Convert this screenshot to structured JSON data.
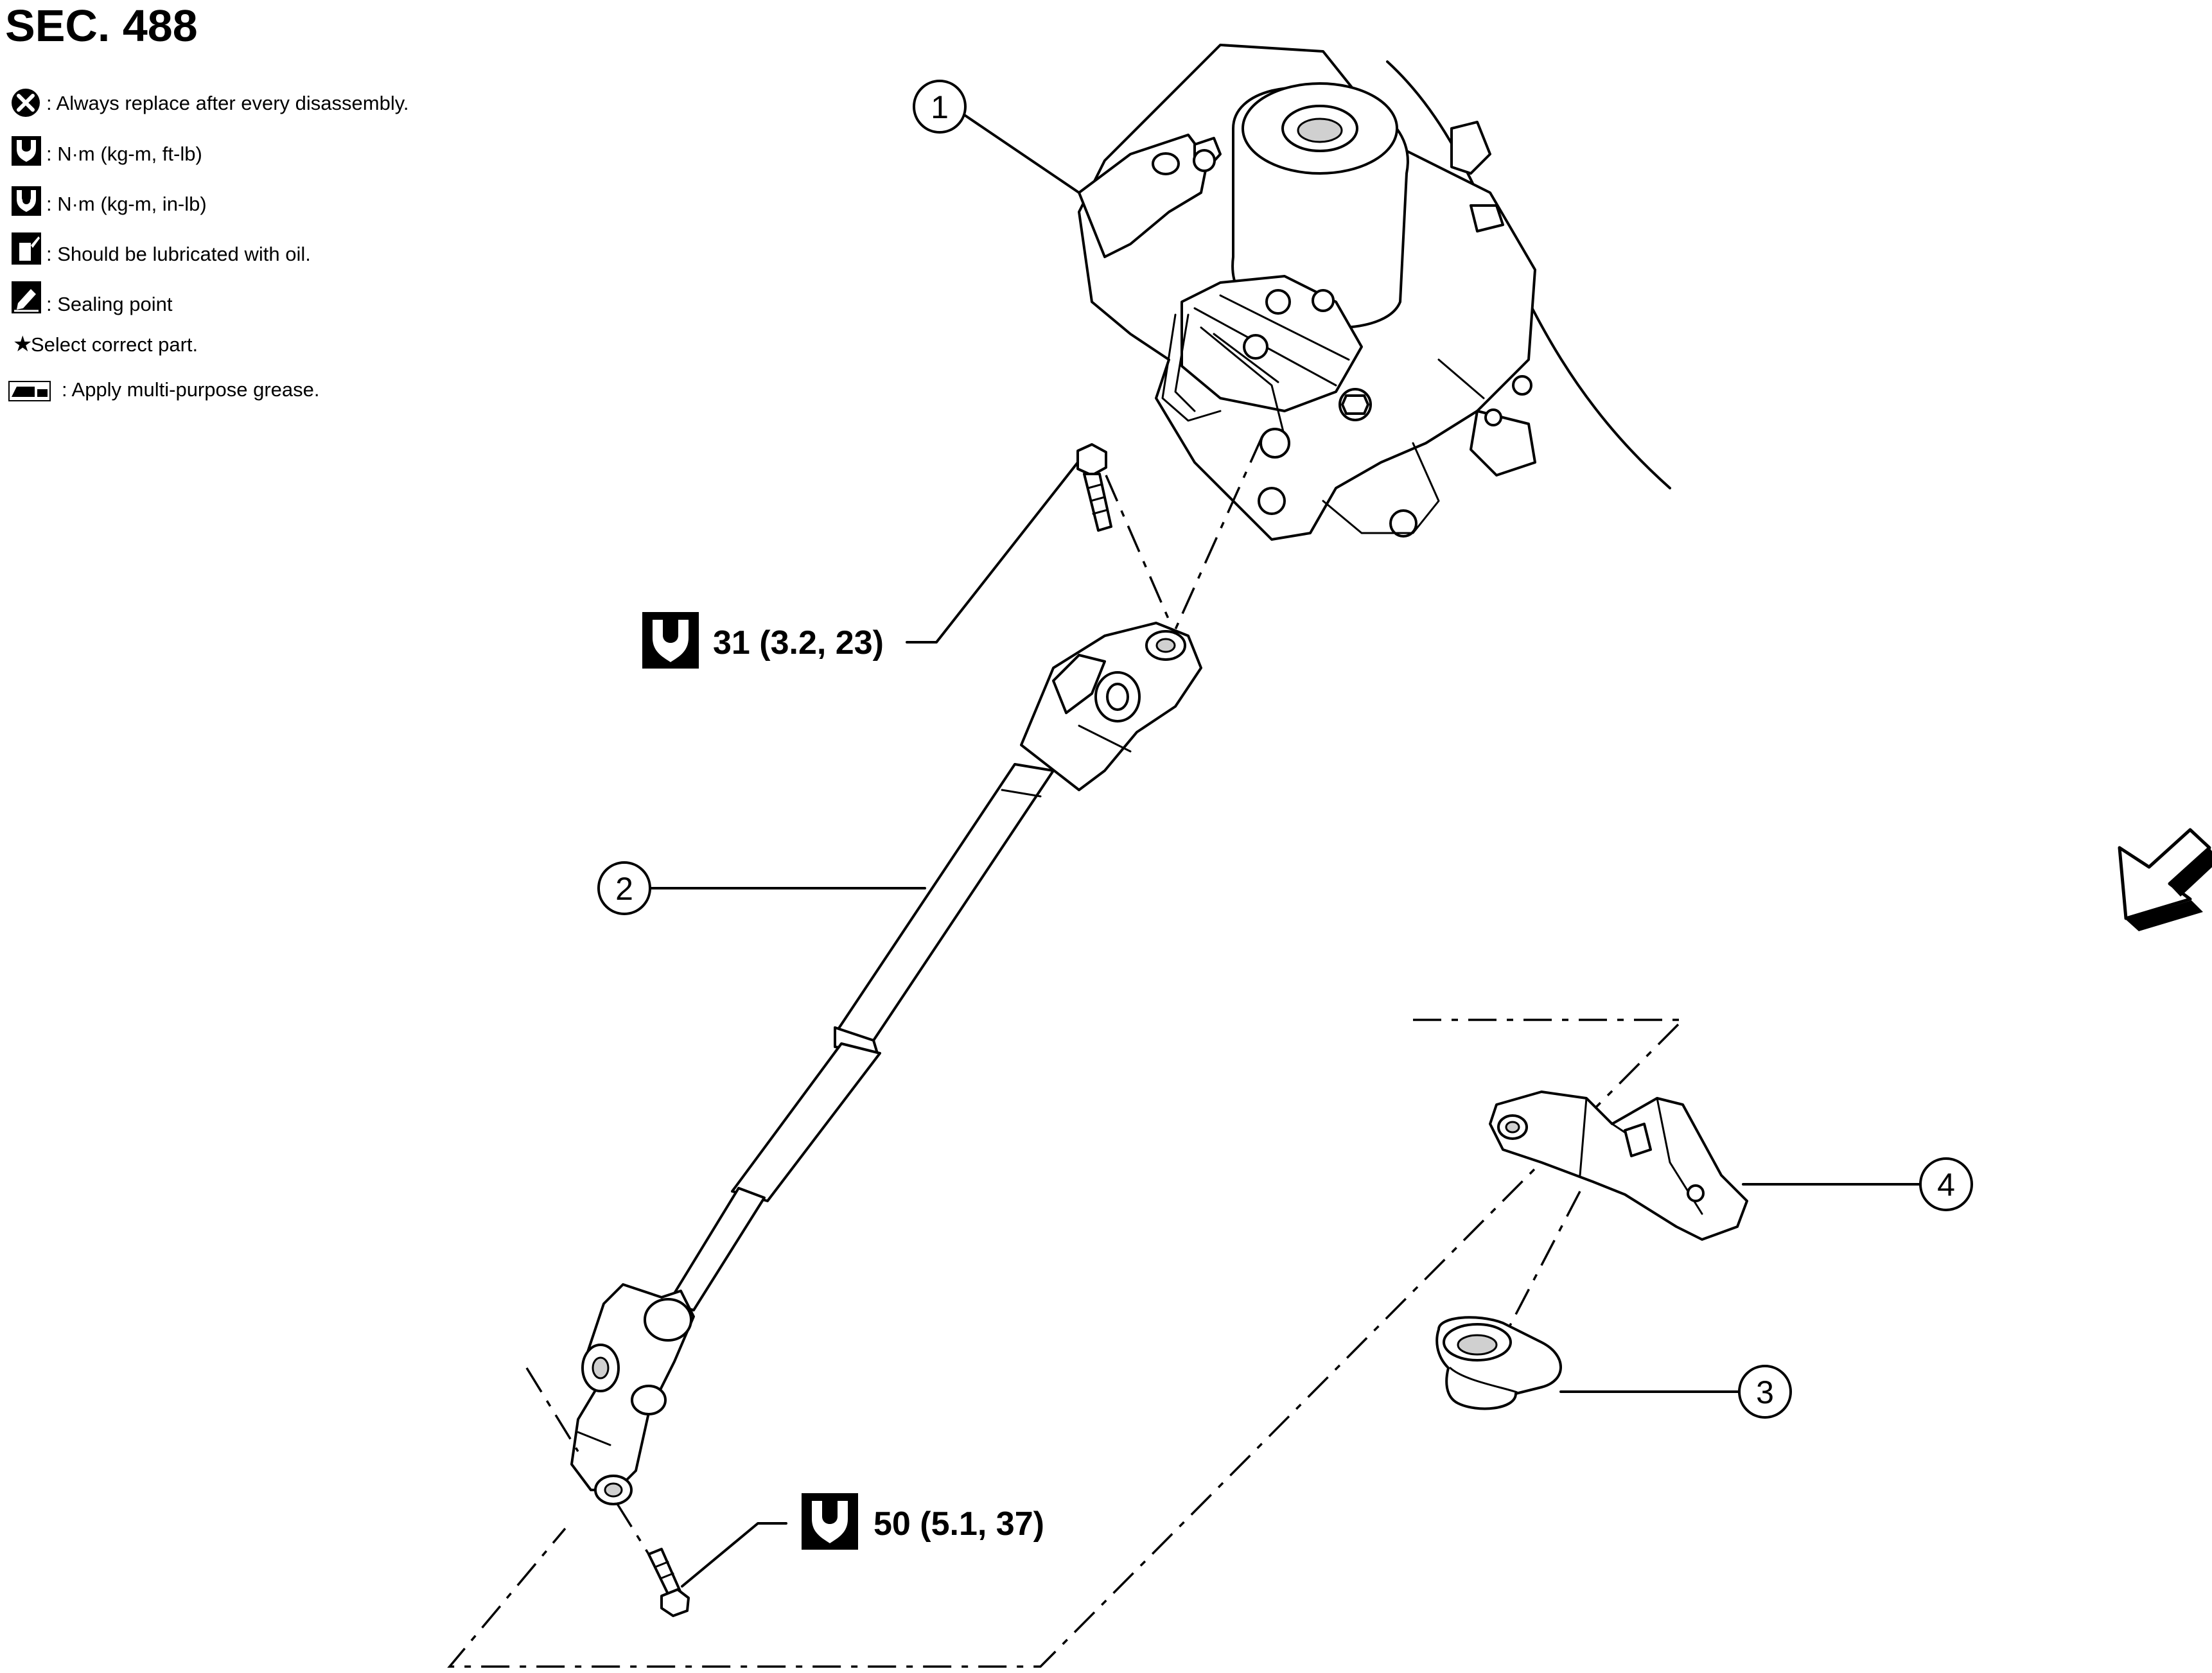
{
  "title": "SEC. 488",
  "legend": [
    {
      "icon": "replace-part-icon",
      "text": ": Always replace after every disassembly."
    },
    {
      "icon": "torque-wrench-ftlb-icon",
      "text": ": N·m (kg-m, ft-lb)"
    },
    {
      "icon": "torque-wrench-inlb-icon",
      "text": ": N·m (kg-m, in-lb)"
    },
    {
      "icon": "oil-can-icon",
      "text": ": Should be lubricated with oil."
    },
    {
      "icon": "sealing-point-icon",
      "text": ": Sealing point"
    },
    {
      "icon": "star-icon",
      "star": "★",
      "text": " Select correct part."
    },
    {
      "icon": "grease-icon",
      "text": ": Apply multi-purpose grease."
    }
  ],
  "torques": {
    "upper": "31 (3.2, 23)",
    "lower": "50 (5.1, 37)"
  },
  "callouts": [
    "1",
    "2",
    "3",
    "4"
  ],
  "colors": {
    "line": "#000000",
    "background": "#ffffff",
    "shade": "#d0d0d0"
  }
}
